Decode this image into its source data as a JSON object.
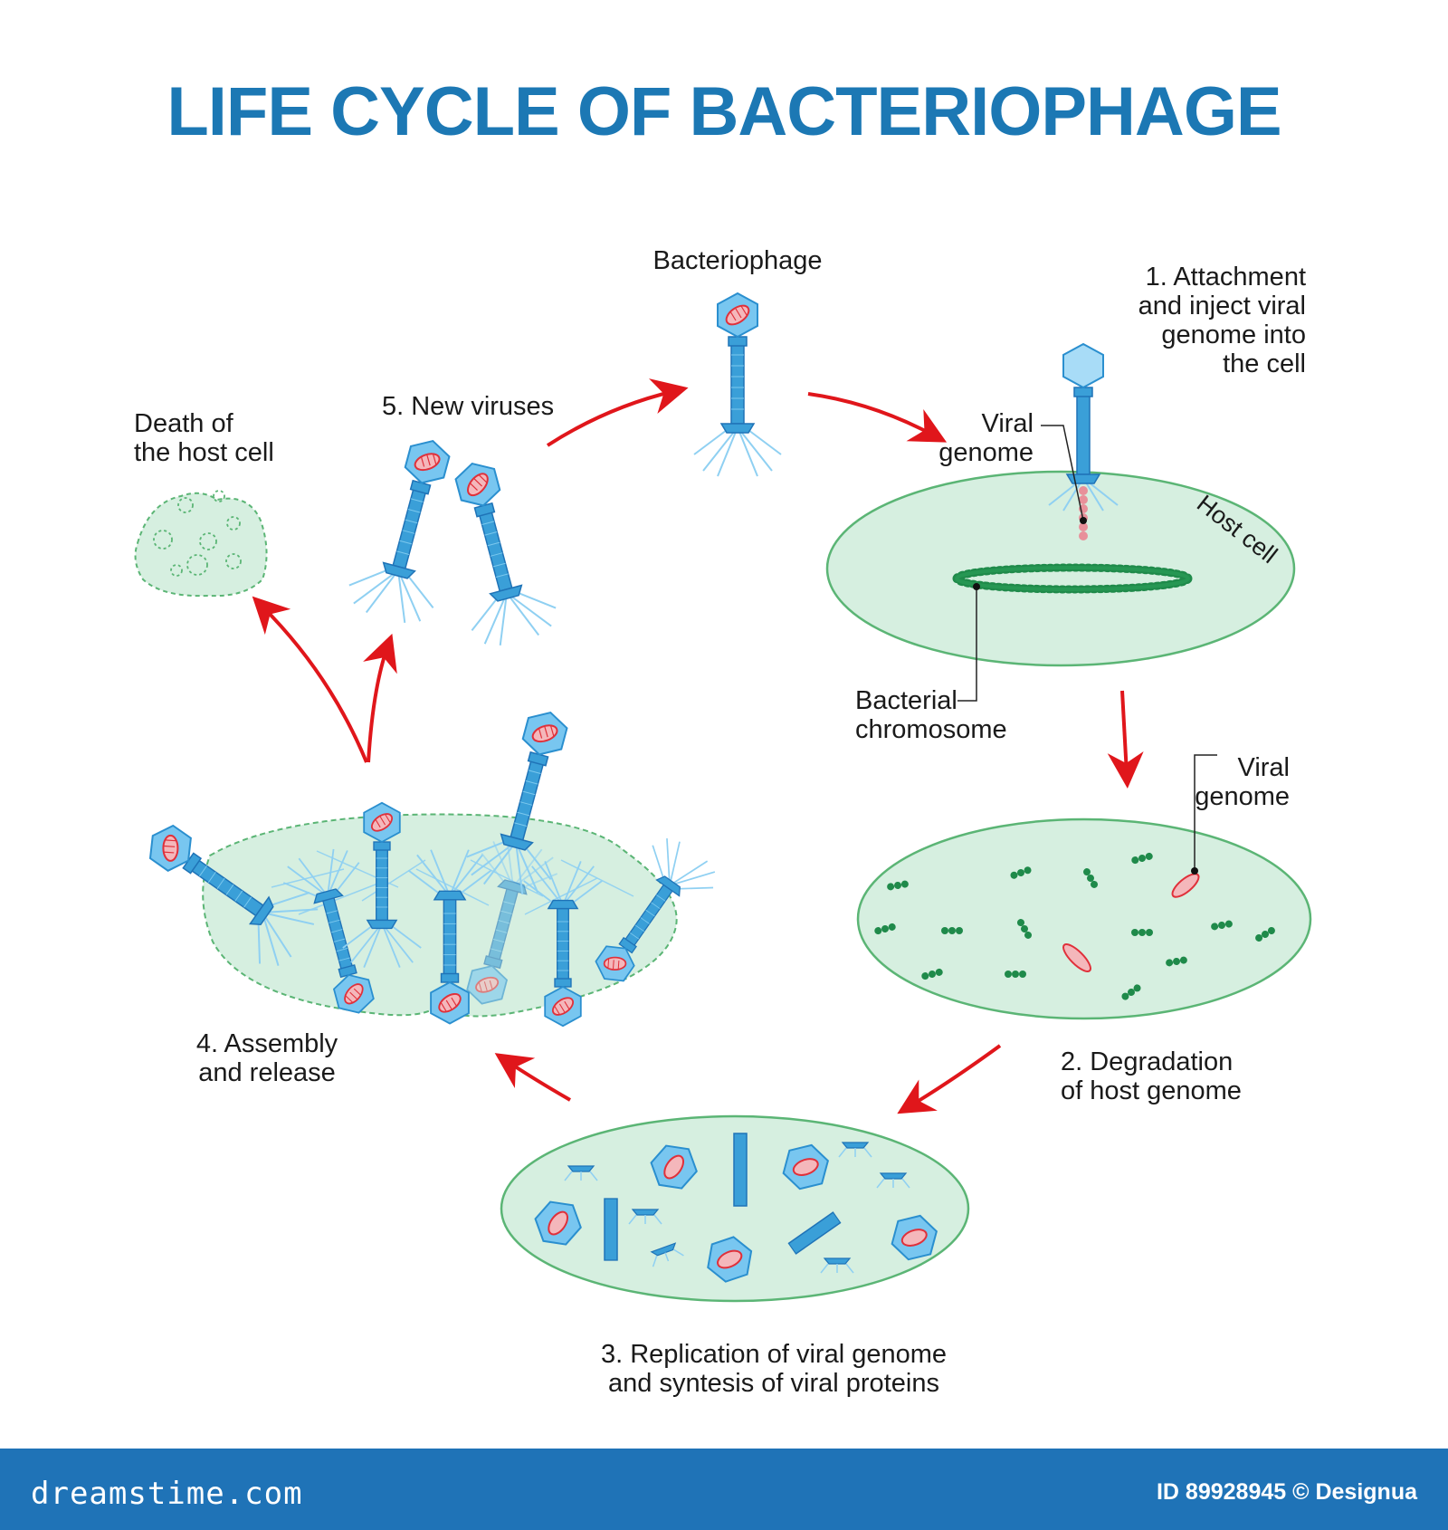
{
  "title": "LIFE CYCLE OF BACTERIOPHAGE",
  "labels": {
    "bacteriophage": "Bacteriophage",
    "step1": [
      "1. Attachment",
      "and inject viral",
      "genome into",
      "the cell"
    ],
    "viral_genome_1": [
      "Viral",
      "genome"
    ],
    "host_cell": "Host cell",
    "bacterial_chromosome": [
      "Bacterial",
      "chromosome"
    ],
    "viral_genome_2": [
      "Viral",
      "genome"
    ],
    "step2": [
      "2. Degradation",
      "of host genome"
    ],
    "step3": [
      "3. Replication of viral genome",
      "and syntesis of viral proteins"
    ],
    "step4": [
      "4. Assembly",
      "and release"
    ],
    "step5": "5. New viruses",
    "death": [
      "Death of",
      "the host cell"
    ]
  },
  "footer": {
    "brand": "dreamstime.com",
    "credit": "ID 89928945 © Designua"
  },
  "colors": {
    "title": "#1c78b4",
    "arrow": "#e0161b",
    "cell_fill": "#d6efe0",
    "cell_stroke": "#5bb575",
    "capsid": "#5ab4e8",
    "dna_viral": "#e8606a",
    "dna_bacterial": "#1f8a4a",
    "footer": "#1f73b7"
  }
}
